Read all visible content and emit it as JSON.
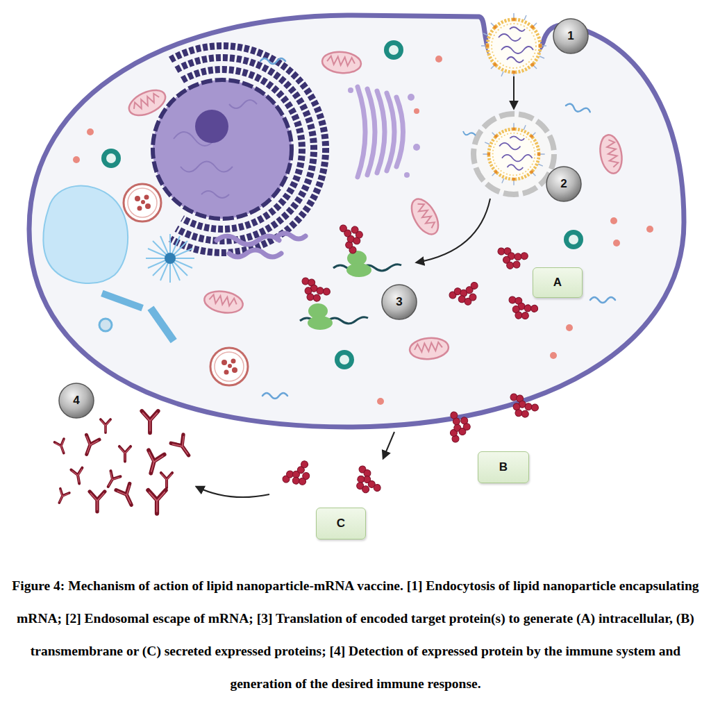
{
  "diagram": {
    "caption": "Figure 4: Mechanism of action of lipid nanoparticle-mRNA vaccine. [1] Endocytosis of lipid nanoparticle encapsulating mRNA; [2] Endosomal escape of mRNA; [3] Translation of encoded target protein(s) to generate (A) intracellular, (B) transmembrane or (C) secreted expressed proteins; [4] Detection of expressed protein by the immune system and generation of the desired immune response.",
    "nodes": [
      {
        "text": [
          "1"
        ]
      },
      {
        "text": [
          "2"
        ]
      },
      {
        "text": [
          "A"
        ]
      },
      {
        "text": [
          "3"
        ]
      },
      {
        "text": [
          "4"
        ]
      },
      {
        "text": [
          "B"
        ]
      },
      {
        "text": [
          "C"
        ]
      }
    ]
  }
}
